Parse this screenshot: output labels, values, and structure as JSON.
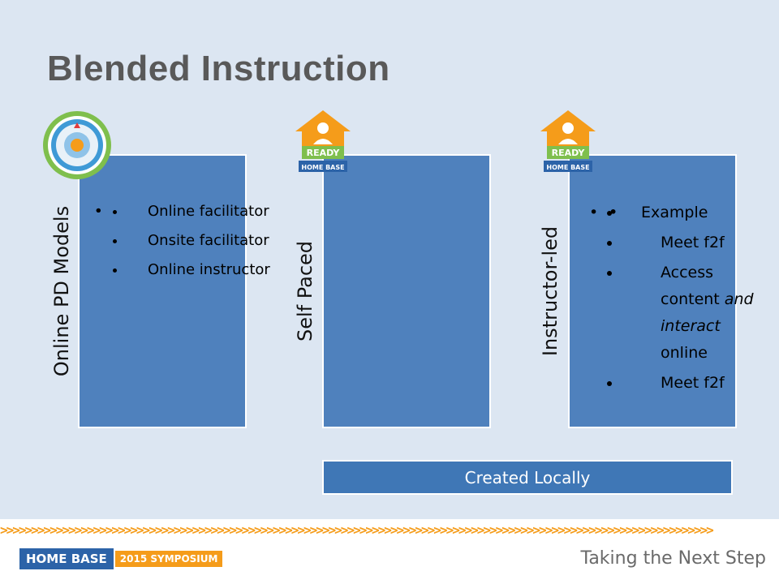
{
  "slide": {
    "title": "Blended Instruction"
  },
  "columns": [
    {
      "label": "Online PD Models",
      "items": [
        "Online facilitator",
        "Onsite facilitator",
        "Online instructor"
      ]
    },
    {
      "label": "Self Paced",
      "items": []
    },
    {
      "label": "Instructor-led",
      "items": [
        "Example"
      ],
      "subitems": [
        "Meet f2f",
        "Access content",
        "and",
        "interact",
        "online",
        "Meet f2f"
      ]
    }
  ],
  "banner": {
    "text": "Created Locally"
  },
  "badges": {
    "ready_word": "READY",
    "home_base_word": "HOME BASE"
  },
  "footer": {
    "logo_left": "HOME BASE",
    "logo_right": "2015 SYMPOSIUM",
    "tagline": "Taking the Next Step",
    "chevrons": ">>>>>>>>>>>>>>>>>>>>>>>>>>>>>>>>>>>>>>>>>>>>>>>>>>>>>>>>>>>>>>>>>>>>>>>>>>>>>>>>>>>>>>>>>>>>>>>>>>>>>>>>>>>>>>>>>>>"
  },
  "colors": {
    "background": "#dce6f2",
    "panel": "#4f81bd",
    "banner": "#3f77b6",
    "accent_orange": "#f59c1a",
    "brand_blue": "#2c63a8"
  }
}
